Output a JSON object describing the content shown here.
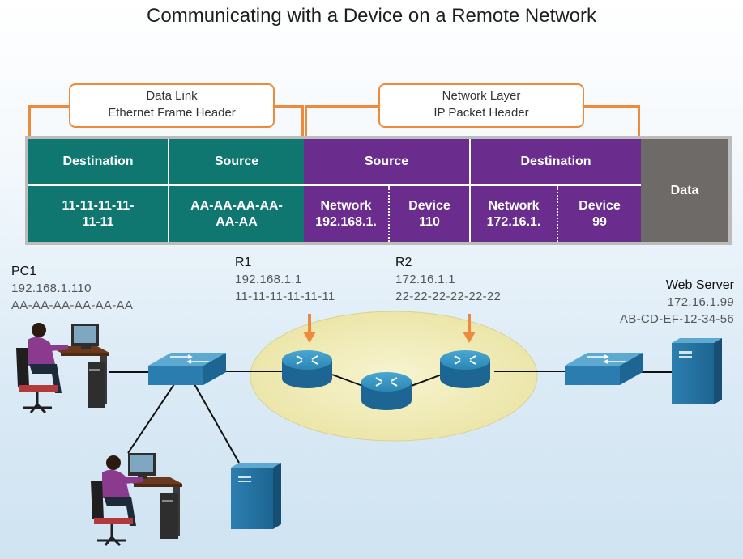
{
  "title": "Communicating with a Device on a Remote Network",
  "callouts": {
    "data_link": [
      "Data Link",
      "Ethernet Frame Header"
    ],
    "network": [
      "Network Layer",
      "IP Packet Header"
    ]
  },
  "header_table": {
    "eth_dest_label": "Destination",
    "eth_src_label": "Source",
    "ip_src_label": "Source",
    "ip_dest_label": "Destination",
    "data_label": "Data",
    "eth_dest_value": [
      "11-11-11-11-",
      "11-11"
    ],
    "eth_src_value": [
      "AA-AA-AA-AA-",
      "AA-AA"
    ],
    "ip_src_network_label": "Network",
    "ip_src_network_value": "192.168.1.",
    "ip_src_device_label": "Device",
    "ip_src_device_value": "110",
    "ip_dest_network_label": "Network",
    "ip_dest_network_value": "172.16.1.",
    "ip_dest_device_label": "Device",
    "ip_dest_device_value": "99"
  },
  "devices": {
    "pc1": {
      "name": "PC1",
      "ip": "192.168.1.110",
      "mac": "AA-AA-AA-AA-AA-AA"
    },
    "r1": {
      "name": "R1",
      "ip": "192.168.1.1",
      "mac": "11-11-11-11-11-11"
    },
    "r2": {
      "name": "R2",
      "ip": "172.16.1.1",
      "mac": "22-22-22-22-22-22"
    },
    "web_server": {
      "name": "Web Server",
      "ip": "172.16.1.99",
      "mac": "AB-CD-EF-12-34-56"
    }
  },
  "colors": {
    "teal": "#107670",
    "purple": "#6a2d8e",
    "gray": "#6e6a67",
    "orange": "#ee8a3c",
    "router_blue": "#1f7ca8",
    "cloud": "#f3efbf"
  }
}
